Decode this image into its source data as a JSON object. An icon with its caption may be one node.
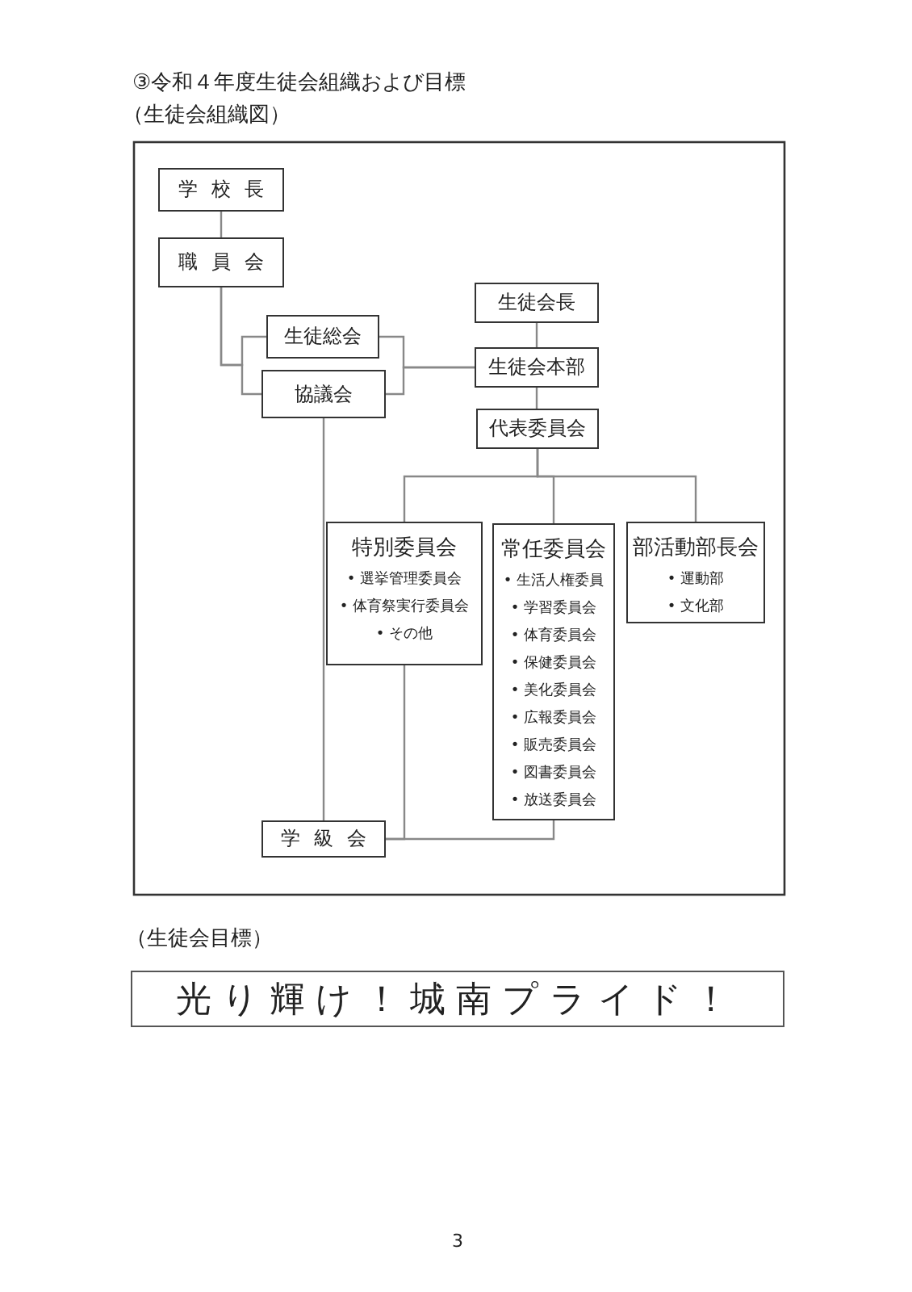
{
  "diagram": {
    "title": "③令和４年度生徒会組織および目標",
    "nodes": [
      {
        "text": [
          "学校長"
        ]
      },
      {
        "text": [
          "職員会"
        ]
      },
      {
        "text": [
          "生徒総会"
        ]
      },
      {
        "text": [
          "協議会"
        ]
      },
      {
        "text": [
          "生徒会長"
        ]
      },
      {
        "text": [
          "生徒会本部"
        ]
      },
      {
        "text": [
          "代表委員会"
        ]
      },
      {
        "text": [
          "特別委員会",
          "• 選挙管理委員会",
          "• 体育祭実行委員会",
          "• その他"
        ]
      },
      {
        "text": [
          "常任委員会",
          "• 生活人権委員",
          "• 学習委員会",
          "• 体育委員会",
          "• 保健委員会",
          "• 美化委員会",
          "• 広報委員会",
          "• 販売委員会",
          "• 図書委員会",
          "• 放送委員会"
        ]
      },
      {
        "text": [
          "部活動部長会",
          "• 運動部",
          "• 文化部"
        ]
      },
      {
        "text": [
          "学級会"
        ]
      },
      {
        "text": [
          "光り輝け！城南プライド！"
        ]
      }
    ],
    "edges": [
      {
        "from": 0,
        "to": 1,
        "arrow": "none"
      },
      {
        "from": 1,
        "to": 2,
        "arrow": "none"
      },
      {
        "from": 1,
        "to": 3,
        "arrow": "none"
      },
      {
        "from": 2,
        "to": 5,
        "arrow": "none"
      },
      {
        "from": 3,
        "to": 5,
        "arrow": "none"
      },
      {
        "from": 4,
        "to": 5,
        "arrow": "none"
      },
      {
        "from": 5,
        "to": 6,
        "arrow": "none"
      },
      {
        "from": 6,
        "to": 7,
        "arrow": "none"
      },
      {
        "from": 6,
        "to": 8,
        "arrow": "none"
      },
      {
        "from": 6,
        "to": 9,
        "arrow": "none"
      },
      {
        "from": 3,
        "to": 10,
        "arrow": "none"
      },
      {
        "from": 7,
        "to": 10,
        "arrow": "none"
      },
      {
        "from": 8,
        "to": 10,
        "arrow": "none"
      }
    ],
    "labels": [
      "（生徒会組織図）",
      "（生徒会目標）",
      "3"
    ]
  }
}
